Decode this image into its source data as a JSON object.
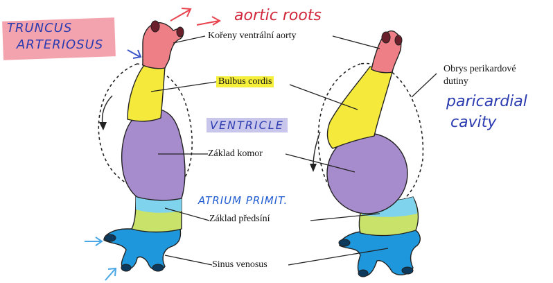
{
  "labels": {
    "roots": "Kořeny ventrální aorty",
    "bulbus": "Bulbus cordis",
    "ventricle_base": "Základ komor",
    "atrium_base": "Základ předsíní",
    "sinus": "Sinus venosus",
    "pericardial_line1": "Obrys perikardové",
    "pericardial_line2": "dutiny"
  },
  "handwritten": {
    "aortic_roots": "aortic roots",
    "truncus_line1": "TRUNCUS",
    "truncus_line2": "ARTERIOSUS",
    "ventricle": "VENTRICLE",
    "atrium": "ATRIUM PRIMIT.",
    "pericardial_line1": "paricardial",
    "pericardial_line2": "cavity"
  },
  "colors": {
    "truncus": "#ef7f86",
    "bulbus": "#f5ea3c",
    "ventricle": "#a78ccd",
    "atrium": "#7fd3ec",
    "atrium_green": "#c9e36a",
    "sinus": "#1f97dc",
    "handwriting_red": "#d2283c",
    "handwriting_blue": "#2b3bb0"
  }
}
